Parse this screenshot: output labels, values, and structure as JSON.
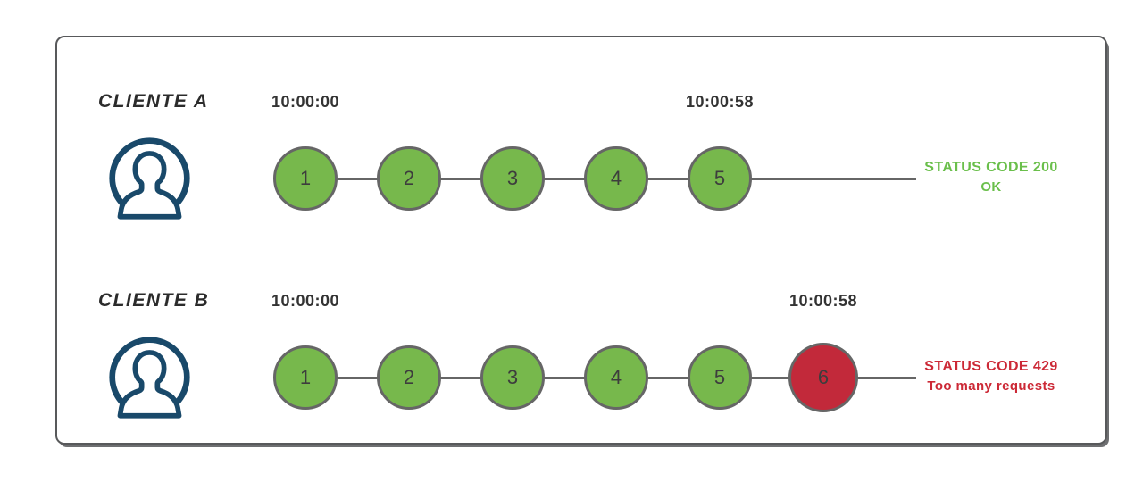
{
  "diagram": {
    "title": "rate-limit-comparison",
    "rows": [
      {
        "client_label": "CLIENTE A",
        "avatar_icon": "user-avatar-icon",
        "start_time": "10:00:00",
        "end_time": "10:00:58",
        "requests": [
          {
            "label": "1",
            "state": "ok"
          },
          {
            "label": "2",
            "state": "ok"
          },
          {
            "label": "3",
            "state": "ok"
          },
          {
            "label": "4",
            "state": "ok"
          },
          {
            "label": "5",
            "state": "ok"
          }
        ],
        "status": {
          "line1": "STATUS CODE 200",
          "line2": "OK",
          "state": "ok"
        }
      },
      {
        "client_label": "CLIENTE B",
        "avatar_icon": "user-avatar-icon",
        "start_time": "10:00:00",
        "end_time": "10:00:58",
        "requests": [
          {
            "label": "1",
            "state": "ok"
          },
          {
            "label": "2",
            "state": "ok"
          },
          {
            "label": "3",
            "state": "ok"
          },
          {
            "label": "4",
            "state": "ok"
          },
          {
            "label": "5",
            "state": "ok"
          },
          {
            "label": "6",
            "state": "blocked"
          }
        ],
        "status": {
          "line1": "STATUS CODE 429",
          "line2": "Too many requests",
          "state": "blocked"
        }
      }
    ],
    "colors": {
      "request_ok_fill": "#77b84c",
      "request_blocked_fill": "#c2293a",
      "status_ok_text": "#6abf4b",
      "status_blocked_text": "#cc2936",
      "connector_line": "#666666",
      "panel_border": "#58595b",
      "avatar_stroke": "#19496a",
      "timestamp_text": "#333333",
      "request_number_text": "#3d3d3d"
    }
  }
}
